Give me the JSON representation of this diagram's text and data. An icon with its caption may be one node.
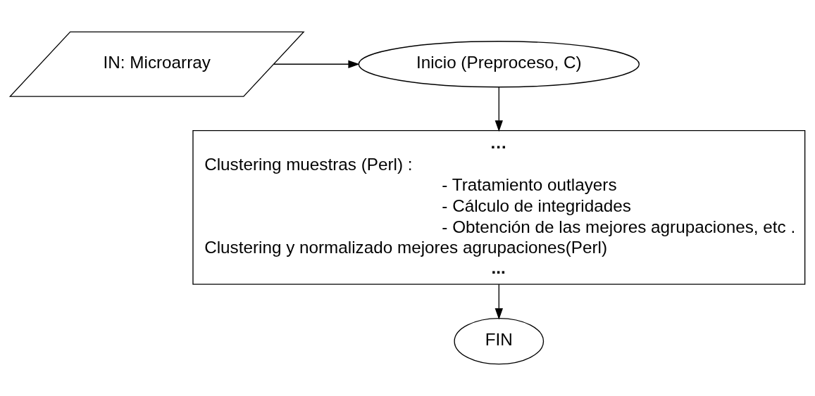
{
  "diagram": {
    "nodes": [
      {
        "text": [
          "IN: Microarray"
        ]
      },
      {
        "text": [
          "Inicio (Preproceso, C)"
        ]
      },
      {
        "text": [
          "…",
          "Clustering muestras (Perl) :",
          "- Tratamiento outlayers",
          "- Cálculo de integridades",
          "- Obtención de las mejores agrupaciones, etc .",
          "Clustering y normalizado mejores agrupaciones(Perl)",
          "..."
        ]
      },
      {
        "text": [
          "FIN"
        ]
      }
    ],
    "edges": [
      {
        "from": 0,
        "to": 1,
        "arrow": "to"
      },
      {
        "from": 1,
        "to": 2,
        "arrow": "to"
      },
      {
        "from": 2,
        "to": 3,
        "arrow": "to"
      }
    ]
  }
}
